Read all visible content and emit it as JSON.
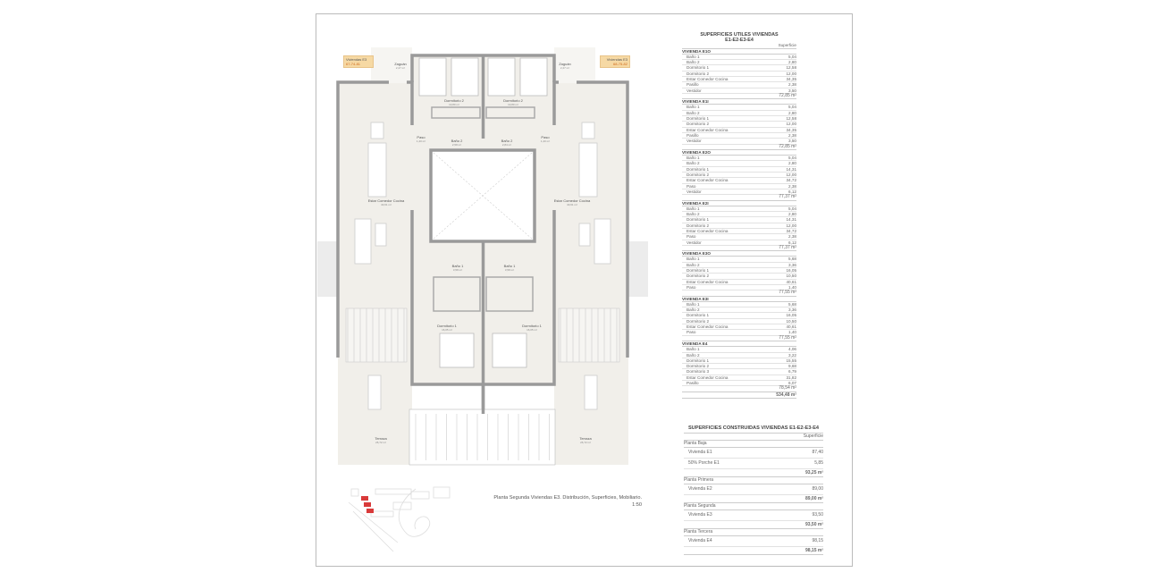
{
  "plan": {
    "unit_tags": [
      {
        "title": "Viviendas E3",
        "code": "67-74-81"
      },
      {
        "title": "Viviendas E3",
        "code": "68-75-82"
      }
    ],
    "rooms": [
      {
        "name": "Zaguán",
        "area": "2,47 m²"
      },
      {
        "name": "Zaguán",
        "area": "2,47 m²"
      },
      {
        "name": "Dormitorio 2",
        "area": "10,80 m²"
      },
      {
        "name": "Dormitorio 2",
        "area": "10,80 m²"
      },
      {
        "name": "Paso",
        "area": "1,40 m²"
      },
      {
        "name": "Paso",
        "area": "1,40 m²"
      },
      {
        "name": "Baño 2",
        "area": "2,58 m²"
      },
      {
        "name": "Baño 2",
        "area": "2,84 m²"
      },
      {
        "name": "Estar Comedor Cocina",
        "area": "40,61 m²"
      },
      {
        "name": "Estar Comedor Cocina",
        "area": "40,61 m²"
      },
      {
        "name": "Baño 1",
        "area": "3,58 m²"
      },
      {
        "name": "Baño 1",
        "area": "3,58 m²"
      },
      {
        "name": "Dormitorio 1",
        "area": "16,05 m²"
      },
      {
        "name": "Dormitorio 1",
        "area": "16,05 m²"
      },
      {
        "name": "Terraza",
        "area": "26,72 m²"
      },
      {
        "name": "Terraza",
        "area": "26,72 m²"
      }
    ],
    "caption": "Planta Segunda Viviendas E3. Distribución, Superficies, Mobiliario.",
    "scale": "1:50",
    "highlight_color": "#d93a3a",
    "tag_color": "#f6d9a4"
  },
  "utiles": {
    "title1": "SUPERFICIES UTILES VIVIENDAS",
    "title2": "E1-E2-E3-E4",
    "col": "Superficie",
    "sections": [
      {
        "name": "VIVIENDA E1O",
        "rows": [
          [
            "Baño 1",
            "5,04"
          ],
          [
            "Baño 2",
            "2,80"
          ],
          [
            "Dormitorio 1",
            "12,58"
          ],
          [
            "Dormitorio 2",
            "12,00"
          ],
          [
            "Estar Comedor Cocina",
            "34,35"
          ],
          [
            "Pasillo",
            "2,38"
          ],
          [
            "Vestidor",
            "3,50"
          ]
        ],
        "total": "72,85 m²"
      },
      {
        "name": "VIVIENDA E1I",
        "rows": [
          [
            "Baño 1",
            "5,04"
          ],
          [
            "Baño 2",
            "2,80"
          ],
          [
            "Dormitorio 1",
            "12,58"
          ],
          [
            "Dormitorio 2",
            "12,00"
          ],
          [
            "Estar Comedor Cocina",
            "34,35"
          ],
          [
            "Pasillo",
            "2,38"
          ],
          [
            "Vestidor",
            "3,50"
          ]
        ],
        "total": "72,85 m²"
      },
      {
        "name": "VIVIENDA E2O",
        "rows": [
          [
            "Baño 1",
            "5,04"
          ],
          [
            "Baño 2",
            "2,80"
          ],
          [
            "Dormitorio 1",
            "14,31"
          ],
          [
            "Dormitorio 2",
            "12,00"
          ],
          [
            "Estar Comedor Cocina",
            "34,72"
          ],
          [
            "Paso",
            "2,38"
          ],
          [
            "Vestidor",
            "6,12"
          ]
        ],
        "total": "77,37 m²"
      },
      {
        "name": "VIVIENDA E2I",
        "rows": [
          [
            "Baño 1",
            "5,04"
          ],
          [
            "Baño 2",
            "2,80"
          ],
          [
            "Dormitorio 1",
            "14,31"
          ],
          [
            "Dormitorio 2",
            "12,00"
          ],
          [
            "Estar Comedor Cocina",
            "34,72"
          ],
          [
            "Paso",
            "2,38"
          ],
          [
            "Vestidor",
            "6,12"
          ]
        ],
        "total": "77,37 m²"
      },
      {
        "name": "VIVIENDA E3O",
        "rows": [
          [
            "Baño 1",
            "5,68"
          ],
          [
            "Baño 2",
            "3,36"
          ],
          [
            "Dormitorio 1",
            "16,05"
          ],
          [
            "Dormitorio 2",
            "10,50"
          ],
          [
            "Estar Comedor Cocina",
            "40,61"
          ],
          [
            "Paso",
            "1,40"
          ]
        ],
        "total": "77,55 m²"
      },
      {
        "name": "VIVIENDA E3I",
        "rows": [
          [
            "Baño 1",
            "5,68"
          ],
          [
            "Baño 2",
            "3,36"
          ],
          [
            "Dormitorio 1",
            "16,05"
          ],
          [
            "Dormitorio 2",
            "10,50"
          ],
          [
            "Estar Comedor Cocina",
            "40,61"
          ],
          [
            "Paso",
            "1,40"
          ]
        ],
        "total": "77,55 m²"
      },
      {
        "name": "VIVIENDA E4",
        "rows": [
          [
            "Baño 1",
            "4,06"
          ],
          [
            "Baño 2",
            "3,22"
          ],
          [
            "Dormitorio 1",
            "15,55"
          ],
          [
            "Dormitorio 2",
            "9,68"
          ],
          [
            "Dormitorio 3",
            "6,79"
          ],
          [
            "Estar Comedor Cocina",
            "31,82"
          ],
          [
            "Pasillo",
            "6,07"
          ]
        ],
        "total": "78,54 m²"
      }
    ],
    "grand_total": "534,48 m²"
  },
  "construidas": {
    "title": "SUPERFICIES CONSTRUIDAS VIVIENDAS E1-E2-E3-E4",
    "col": "Superficie",
    "groups": [
      {
        "name": "Planta Baja",
        "rows": [
          [
            "Vivienda E1",
            "87,40"
          ],
          [
            "50% Porche E1",
            "5,85"
          ]
        ],
        "total": "93,25 m²"
      },
      {
        "name": "Planta Primera",
        "rows": [
          [
            "Vivienda E2",
            "89,00"
          ]
        ],
        "total": "89,00 m²"
      },
      {
        "name": "Planta Segunda",
        "rows": [
          [
            "Vivienda E3",
            "93,50"
          ]
        ],
        "total": "93,50 m²"
      },
      {
        "name": "Planta Tercera",
        "rows": [
          [
            "Vivienda E4",
            "98,15"
          ]
        ],
        "total": "98,15 m²"
      }
    ]
  }
}
